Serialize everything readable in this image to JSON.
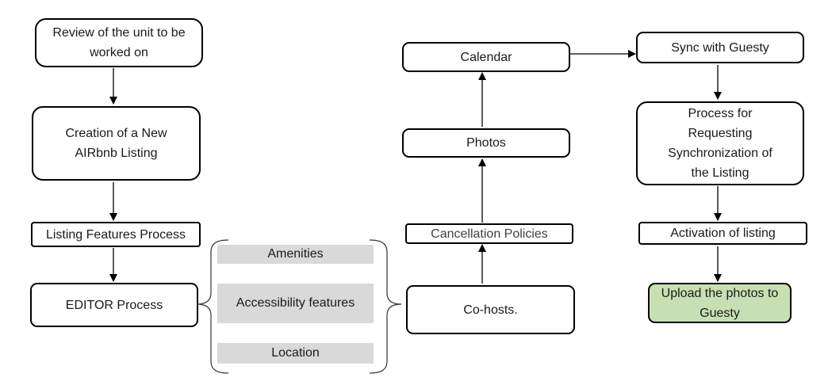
{
  "nodes": {
    "review": "Review of the unit to be worked on",
    "creation": "Creation of a New AIRbnb Listing",
    "listing_features": "Listing Features Process",
    "editor": "EDITOR Process",
    "co_hosts": "Co-hosts.",
    "cancellation": "Cancellation Policies",
    "photos": "Photos",
    "calendar": "Calendar",
    "sync": "Sync with Guesty",
    "request_sync": "Process for Requesting Synchronization of the Listing",
    "activation": "Activation of listing",
    "upload": "Upload the photos to Guesty"
  },
  "features": {
    "amenities": "Amenities",
    "accessibility": "Accessibility features",
    "location": "Location"
  },
  "colors": {
    "highlight_fill": "#c6e0b4",
    "feature_fill": "#d9d9d9",
    "stroke": "#000000"
  }
}
